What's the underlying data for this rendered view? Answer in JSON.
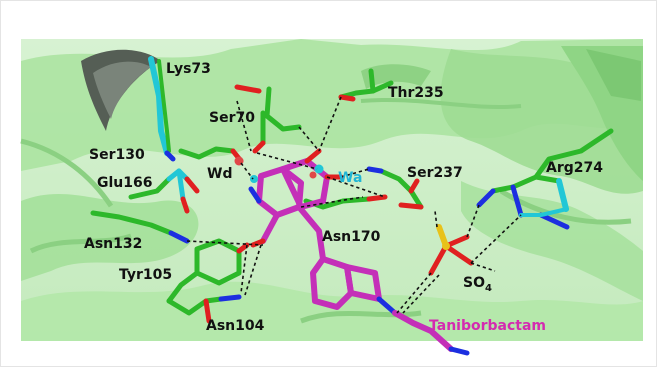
{
  "figure": {
    "colors": {
      "protein": "#9be08f",
      "protein_dark": "#6cc366",
      "residue_green": "#2db82a",
      "cyan": "#22c7d6",
      "magenta": "#c42fb8",
      "oxygen": "#e02020",
      "nitrogen": "#1c2fe0",
      "sulfur": "#e8c21a",
      "water_wd": "#e04848",
      "water_wa": "#22c7d6"
    },
    "labels": {
      "lys73": "Lys73",
      "ser70": "Ser70",
      "thr235": "Thr235",
      "ser130": "Ser130",
      "wd": "Wd",
      "wa": "Wa",
      "ser237": "Ser237",
      "arg274": "Arg274",
      "glu166": "Glu166",
      "asn132": "Asn132",
      "asn170": "Asn170",
      "tyr105": "Tyr105",
      "so4_main": "SO",
      "so4_sub": "4",
      "asn104": "Asn104",
      "taniborbactam": "Taniborbactam"
    }
  }
}
